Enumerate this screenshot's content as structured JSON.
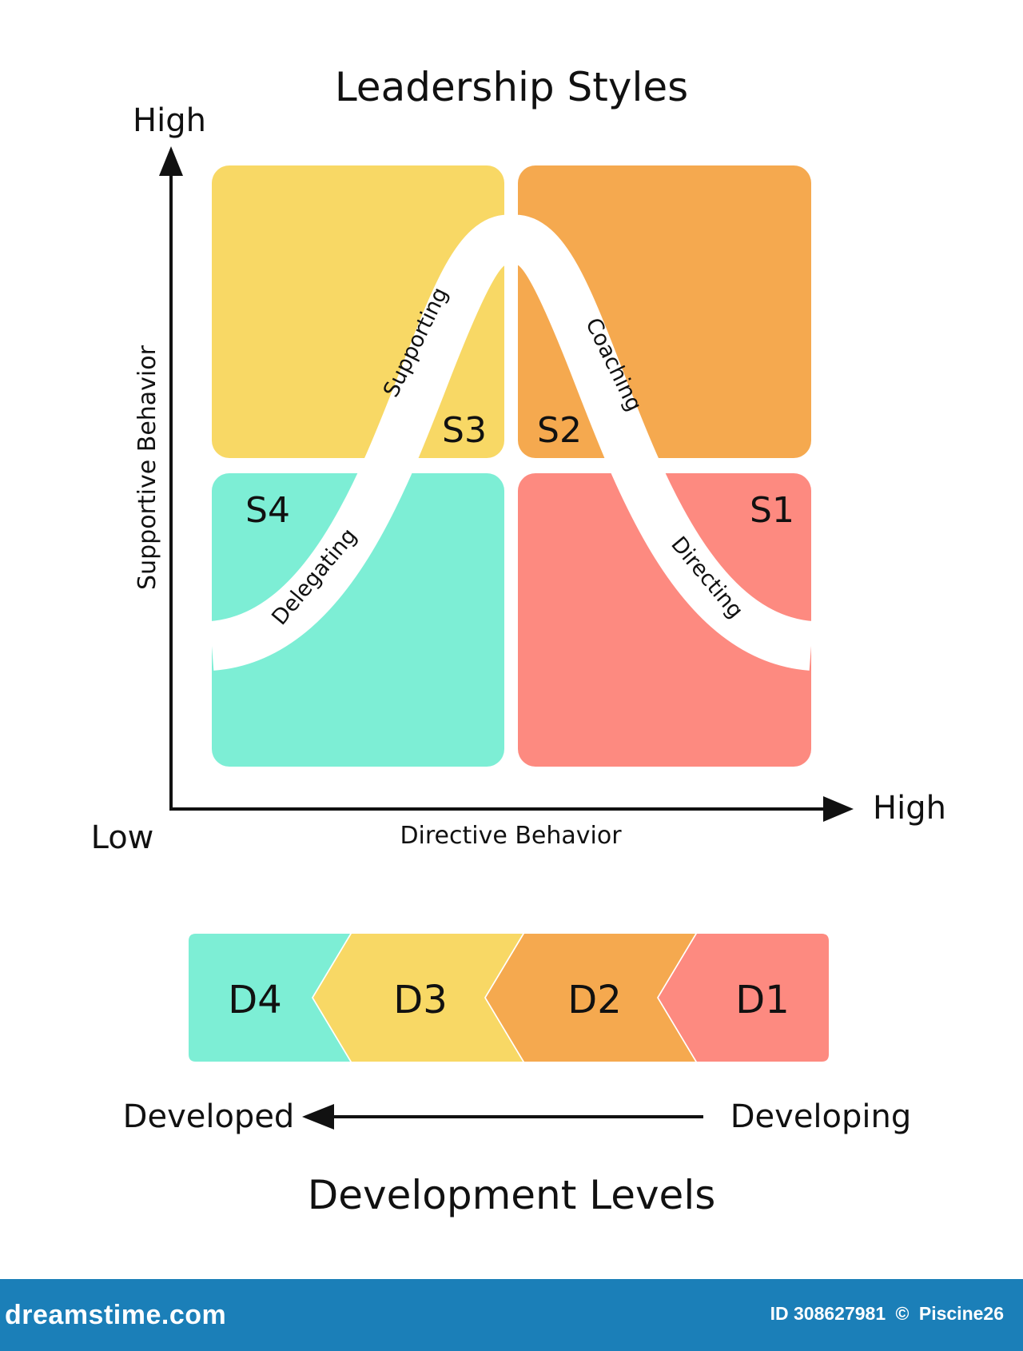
{
  "title": "Leadership Styles",
  "axes": {
    "y_high": "High",
    "y_label": "Supportive Behavior",
    "x_low": "Low",
    "x_high": "High",
    "x_label": "Directive Behavior"
  },
  "quadrants": [
    {
      "id": "S3",
      "label": "S3",
      "style": "Supporting",
      "color": "#f8d865"
    },
    {
      "id": "S2",
      "label": "S2",
      "style": "Coaching",
      "color": "#f5a94f"
    },
    {
      "id": "S4",
      "label": "S4",
      "style": "Delegating",
      "color": "#7deed5"
    },
    {
      "id": "S1",
      "label": "S1",
      "style": "Directing",
      "color": "#fd8a80"
    }
  ],
  "development": {
    "title": "Development Levels",
    "levels": [
      {
        "label": "D4",
        "color": "#7deed5"
      },
      {
        "label": "D3",
        "color": "#f8d865"
      },
      {
        "label": "D2",
        "color": "#f5a94f"
      },
      {
        "label": "D1",
        "color": "#fd8a80"
      }
    ],
    "left_label": "Developed",
    "right_label": "Developing"
  },
  "footer": {
    "brand": "dreamstime.com",
    "id_text": "ID 308627981",
    "copyright_symbol": "©",
    "author": "Piscine26",
    "color": "#1b7fb8"
  }
}
